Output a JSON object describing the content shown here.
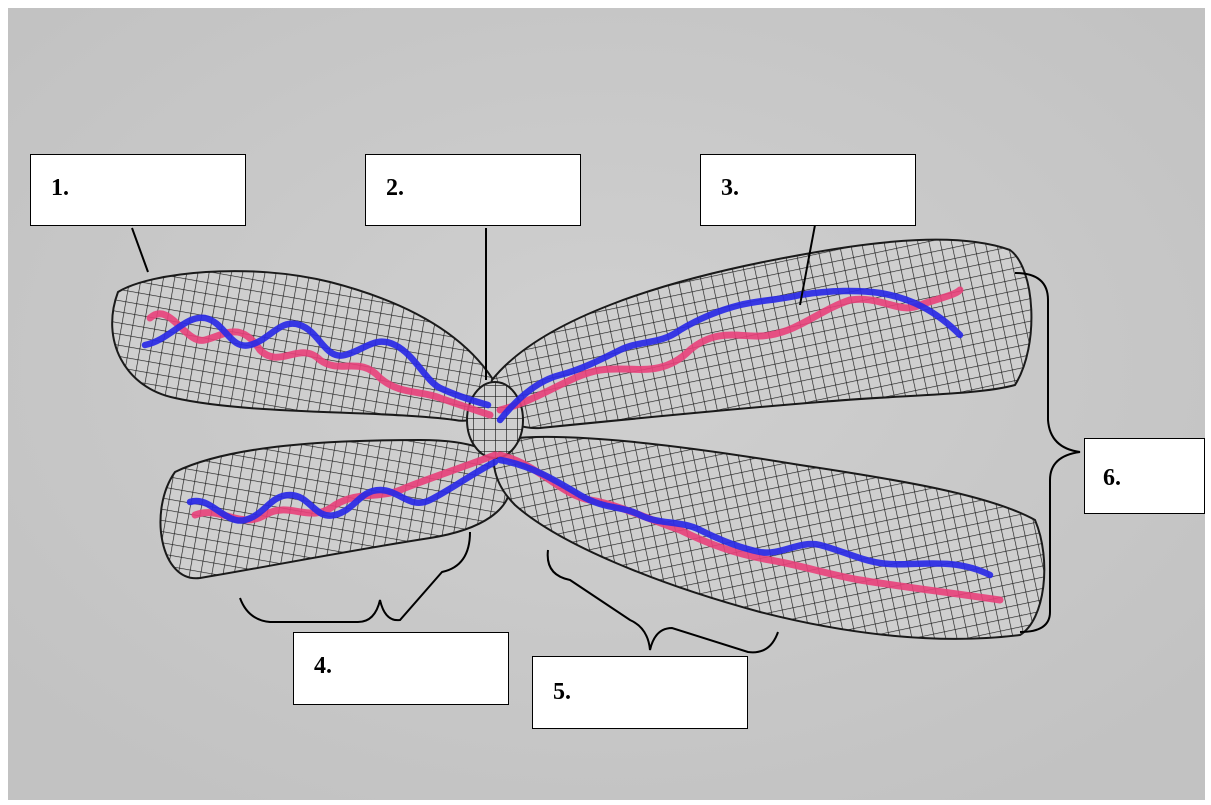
{
  "labels": [
    {
      "id": "1",
      "text": "1."
    },
    {
      "id": "2",
      "text": "2."
    },
    {
      "id": "3",
      "text": "3."
    },
    {
      "id": "4",
      "text": "4."
    },
    {
      "id": "5",
      "text": "5."
    },
    {
      "id": "6",
      "text": "6."
    }
  ],
  "colors": {
    "background": "#c8c8c8",
    "mesh": "#1a1a1a",
    "dna_strand_a": "#e8407a",
    "dna_strand_b": "#2a2ae6",
    "label_box_fill": "#ffffff",
    "label_box_border": "#000000"
  }
}
